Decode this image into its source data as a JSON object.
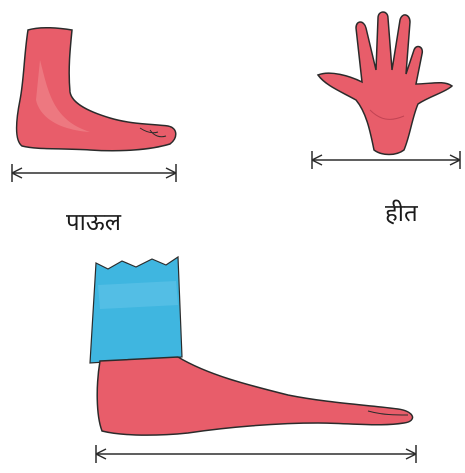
{
  "labels": {
    "foot": "पाऊल",
    "hand": "हीत"
  },
  "colors": {
    "skin": "#e85d6a",
    "skin_light": "#f08a90",
    "outline": "#2b2b2b",
    "sleeve": "#3fb6e0",
    "sleeve_light": "#6cc8ea"
  },
  "icons": {
    "foot": "foot-illustration",
    "hand": "hand-illustration",
    "arm": "forearm-illustration",
    "measure": "double-arrow-measure"
  }
}
